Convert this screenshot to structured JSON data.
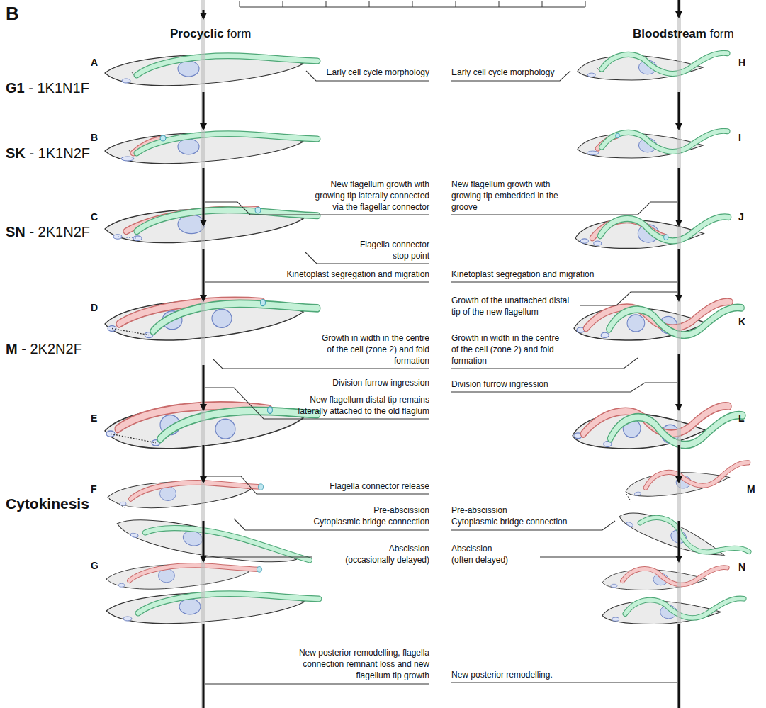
{
  "diagram": {
    "labels": [
      "B",
      "Procyclic",
      "form",
      "Bloodstream",
      "form",
      "G1",
      "- 1K1N1F",
      "SK",
      "- 1K1N2F",
      "SN",
      "- 2K1N2F",
      "M",
      "- 2K2N2F",
      "Cytokinesis",
      "A",
      "B",
      "C",
      "D",
      "E",
      "F",
      "G",
      "H",
      "I",
      "J",
      "K",
      "L",
      "M",
      "N",
      "Early cell cycle morphology",
      "Early cell cycle morphology",
      "New flagellum growth with growing tip laterally connected via the flagellar connector",
      "New flagellum growth with growing tip embedded in the groove",
      "Flagella connector stop point",
      "Kinetoplast segregation and migration",
      "Kinetoplast segregation and migration",
      "Growth of the unattached distal tip of the new flagellum",
      "Growth in width in the centre of the cell (zone 2) and fold formation",
      "Growth in width in the centre of the cell (zone 2) and fold formation",
      "Division furrow ingression",
      "New flagellum distal tip remains laterally attached to the old flaglum",
      "Division furrow ingression",
      "Flagella connector release",
      "Pre-abscission",
      "Cytoplasmic bridge connection",
      "Pre-abscission",
      "Cytoplasmic bridge connection",
      "Abscission",
      "(occasionally delayed)",
      "Abscission",
      "(often delayed)",
      "New posterior remodelling, flagella connection remnant loss and new flagellum tip growth",
      "New posterior remodelling."
    ]
  }
}
